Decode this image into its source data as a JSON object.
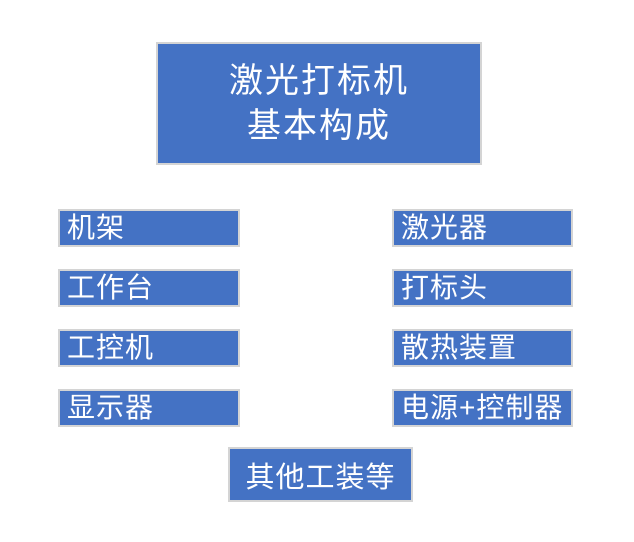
{
  "diagram": {
    "title": {
      "line1": "激光打标机",
      "line2": "基本构成"
    },
    "left_column": [
      {
        "label": "机架"
      },
      {
        "label": "工作台"
      },
      {
        "label": "工控机"
      },
      {
        "label": "显示器"
      }
    ],
    "right_column": [
      {
        "label": "激光器"
      },
      {
        "label": "打标头"
      },
      {
        "label": "散热装置"
      },
      {
        "label": "电源+控制器"
      }
    ],
    "footer": {
      "label": "其他工装等"
    },
    "colors": {
      "box_fill": "#4472C4",
      "box_border": "#D4D4D4",
      "text": "#FFFFFF",
      "background": "#FFFFFF"
    }
  }
}
